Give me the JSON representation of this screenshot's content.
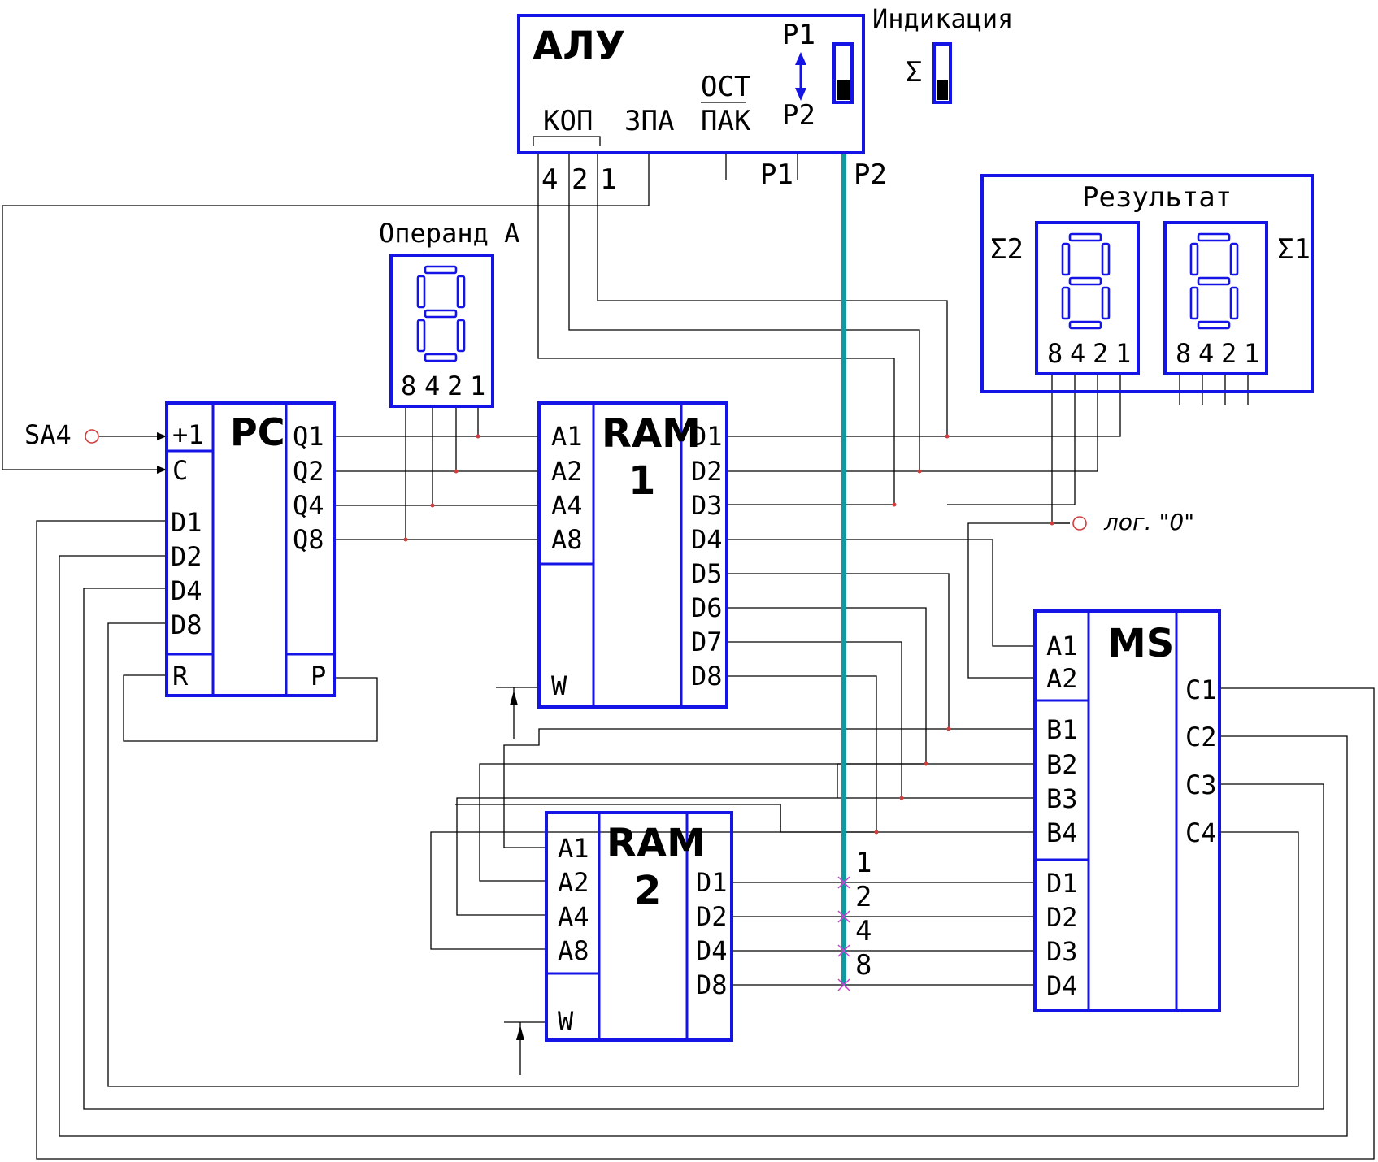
{
  "alu": {
    "title": "АЛУ",
    "kop": "КОП",
    "zpa": "ЗПА",
    "ost": "ОСТ",
    "pak": "ПАК",
    "p1": "P1",
    "p2": "P2",
    "pin4": "4",
    "pin2": "2",
    "pin1": "1",
    "out_p1": "P1",
    "out_p2": "P2"
  },
  "indication": {
    "title": "Индикация",
    "sigma": "Σ"
  },
  "result": {
    "title": "Результат",
    "sigma2": "Σ2",
    "sigma1": "Σ1"
  },
  "operand": {
    "title": "Операнд А"
  },
  "weights": [
    "8",
    "4",
    "2",
    "1"
  ],
  "sa4": "SA4",
  "log0": "лог. \"0\"",
  "pc": {
    "title": "PC",
    "inc": "+1",
    "c": "C",
    "d1": "D1",
    "d2": "D2",
    "d4": "D4",
    "d8": "D8",
    "r": "R",
    "q1": "Q1",
    "q2": "Q2",
    "q4": "Q4",
    "q8": "Q8",
    "p": "P"
  },
  "ram1": {
    "title1": "RAM",
    "title2": "1",
    "a1": "A1",
    "a2": "A2",
    "a4": "A4",
    "a8": "A8",
    "w": "W",
    "d1": "D1",
    "d2": "D2",
    "d3": "D3",
    "d4": "D4",
    "d5": "D5",
    "d6": "D6",
    "d7": "D7",
    "d8": "D8"
  },
  "ram2": {
    "title1": "RAM",
    "title2": "2",
    "a1": "A1",
    "a2": "A2",
    "a4": "A4",
    "a8": "A8",
    "w": "W",
    "d1": "D1",
    "d2": "D2",
    "d4": "D4",
    "d8": "D8"
  },
  "ms": {
    "title": "MS",
    "a1": "A1",
    "a2": "A2",
    "b1": "B1",
    "b2": "B2",
    "b3": "B3",
    "b4": "B4",
    "d1": "D1",
    "d2": "D2",
    "d3": "D3",
    "d4": "D4",
    "c1": "C1",
    "c2": "C2",
    "c3": "C3",
    "c4": "C4"
  },
  "bus_labels": [
    "1",
    "2",
    "4",
    "8"
  ],
  "colors": {
    "block": "#1414e6",
    "bus": "#0e9aa0",
    "terminal": "#d23c3c",
    "cross": "#d23cd2"
  }
}
